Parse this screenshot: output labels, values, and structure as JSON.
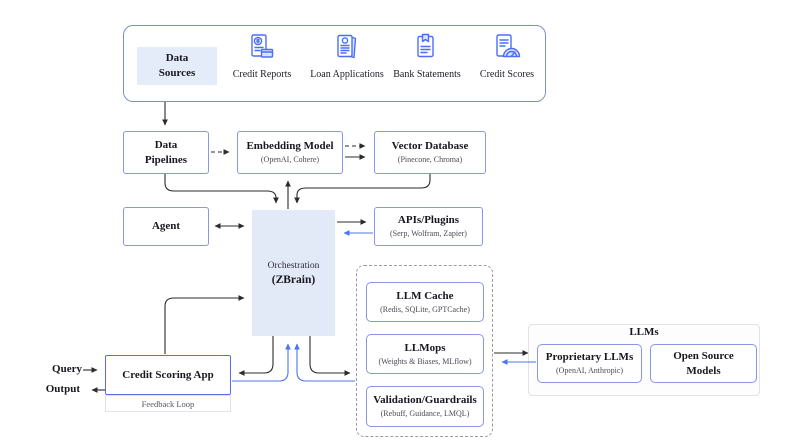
{
  "colors": {
    "accent_blue": "#4c6ef5",
    "box_border": "#8b95e6",
    "strong_border": "#5a6fdd",
    "light_fill": "#e4ecfa",
    "arrow_black": "#2b2b2b",
    "arrow_blue": "#4c74f0",
    "dashed_gray": "#9a9aa0"
  },
  "data_sources": {
    "label": "Data Sources",
    "items": [
      {
        "label": "Credit Reports",
        "icon": "credit-reports-icon"
      },
      {
        "label": "Loan Applications",
        "icon": "loan-applications-icon"
      },
      {
        "label": "Bank Statements",
        "icon": "bank-statements-icon"
      },
      {
        "label": "Credit Scores",
        "icon": "credit-scores-icon"
      }
    ]
  },
  "nodes": {
    "data_pipelines": {
      "title": "Data Pipelines"
    },
    "embedding_model": {
      "title": "Embedding Model",
      "subtitle": "(OpenAI, Cohere)"
    },
    "vector_database": {
      "title": "Vector Database",
      "subtitle": "(Pinecone, Chroma)"
    },
    "agent": {
      "title": "Agent"
    },
    "orchestration": {
      "title": "Orchestration",
      "subtitle": "(ZBrain)"
    },
    "apis_plugins": {
      "title": "APIs/Plugins",
      "subtitle": "(Serp, Wolfram, Zapier)"
    },
    "llm_cache": {
      "title": "LLM Cache",
      "subtitle": "(Redis, SQLite, GPTCache)"
    },
    "llmops": {
      "title": "LLMops",
      "subtitle": "(Weights & Biases, MLflow)"
    },
    "validation_guardrails": {
      "title": "Validation/Guardrails",
      "subtitle": "(Rebuff, Guidance, LMQL)"
    },
    "llms_group": {
      "title": "LLMs"
    },
    "proprietary_llms": {
      "title": "Proprietary LLMs",
      "subtitle": "(OpenAI, Anthropic)"
    },
    "open_source_models": {
      "title": "Open Source Models"
    },
    "credit_scoring_app": {
      "title": "Credit Scoring App",
      "footer": "Feedback Loop"
    }
  },
  "io": {
    "query": "Query",
    "output": "Output"
  }
}
